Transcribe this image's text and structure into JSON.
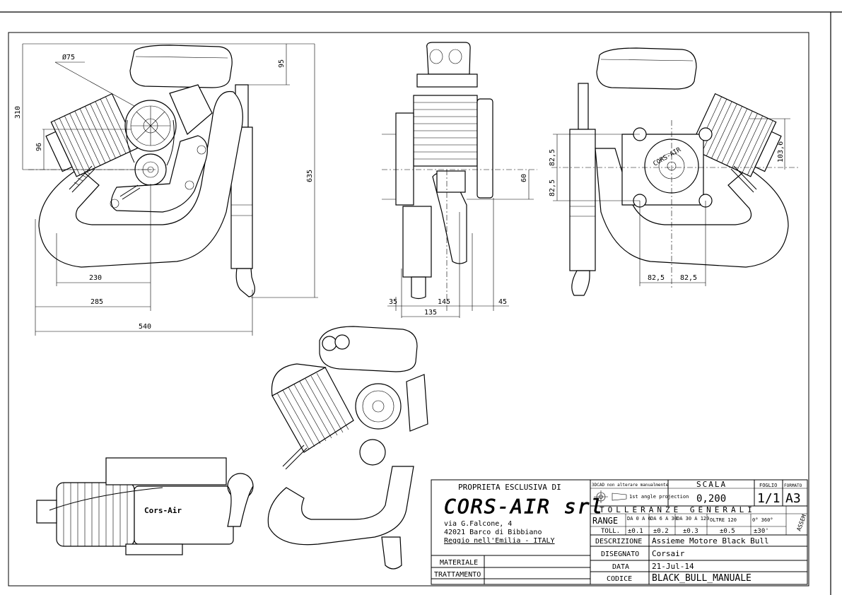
{
  "drawing": {
    "dimensions": {
      "front": {
        "d75": "Ø75",
        "h310": "310",
        "h96": "96",
        "h95": "95",
        "h635": "635",
        "w230": "230",
        "w285": "285",
        "w540": "540"
      },
      "side": {
        "h60": "60",
        "w35": "35",
        "w145": "145",
        "w45": "45",
        "w135": "135"
      },
      "rear": {
        "h82_5_top": "82,5",
        "h82_5_bottom": "82,5",
        "h103_6": "103,6",
        "w82_5_left": "82,5",
        "w82_5_right": "82,5"
      }
    },
    "labels": {
      "cors_air_badge": "Cors-Air",
      "rear_plate": "CORS-AIR"
    }
  },
  "title_block": {
    "owner_caption": "PROPRIETA ESCLUSIVA DI",
    "company": "CORS-AIR srl",
    "address_line1": "via G.Falcone, 4",
    "address_line2": "42021 Barco di Bibbiano",
    "address_line3": "Reggio nell'Emilia - ITALY",
    "cad_note": "3DCAD non alterare manualmente",
    "projection_label": "1st angle projection",
    "scale_header": "SCALA",
    "scale_value": "0,200",
    "sheet_header": "FOGLIO",
    "sheet_value": "1/1",
    "format_header": "FORMATO",
    "format_value": "A3",
    "tolerances_header": "TOLLERANZE GENERALI",
    "range_label": "RANGE",
    "toll_label": "TOLL.",
    "ranges": [
      {
        "range": "DA 0 A 6",
        "tol": "±0.1"
      },
      {
        "range": "DA 6 A 30",
        "tol": "±0.2"
      },
      {
        "range": "DA 30 A 120",
        "tol": "±0.3"
      },
      {
        "range": "OLTRE 120",
        "tol": "±0.5"
      },
      {
        "range": "0° 360°",
        "tol": "±30'"
      }
    ],
    "assembly_tag": "ASSEM",
    "materiale_label": "MATERIALE",
    "materiale_value": "",
    "trattamento_label": "TRATTAMENTO",
    "trattamento_value": "",
    "descrizione_label": "DESCRIZIONE",
    "descrizione_value": "Assieme Motore Black Bull",
    "disegnato_label": "DISEGNATO",
    "disegnato_value": "Corsair",
    "data_label": "DATA",
    "data_value": "21-Jul-14",
    "codice_label": "CODICE",
    "codice_value": "BLACK_BULL_MANUALE"
  }
}
